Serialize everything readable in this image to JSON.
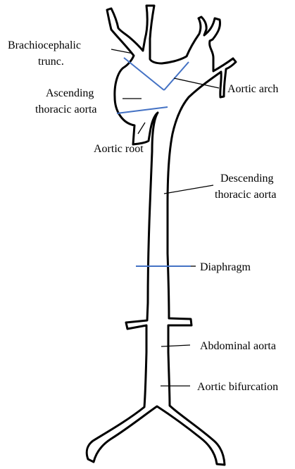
{
  "diagram": {
    "labels": {
      "brachiocephalic_line1": "Brachiocephalic",
      "brachiocephalic_line2": "trunc.",
      "ascending_line1": "Ascending",
      "ascending_line2": "thoracic aorta",
      "aortic_root": "Aortic root",
      "aortic_arch": "Aortic arch",
      "descending_line1": "Descending",
      "descending_line2": "thoracic aorta",
      "diaphragm": "Diaphragm",
      "abdominal_aorta": "Abdominal aorta",
      "aortic_bifurcation": "Aortic bifurcation"
    },
    "colors": {
      "outline": "#000000",
      "section_lines": "#4472c4",
      "background": "#ffffff"
    }
  }
}
